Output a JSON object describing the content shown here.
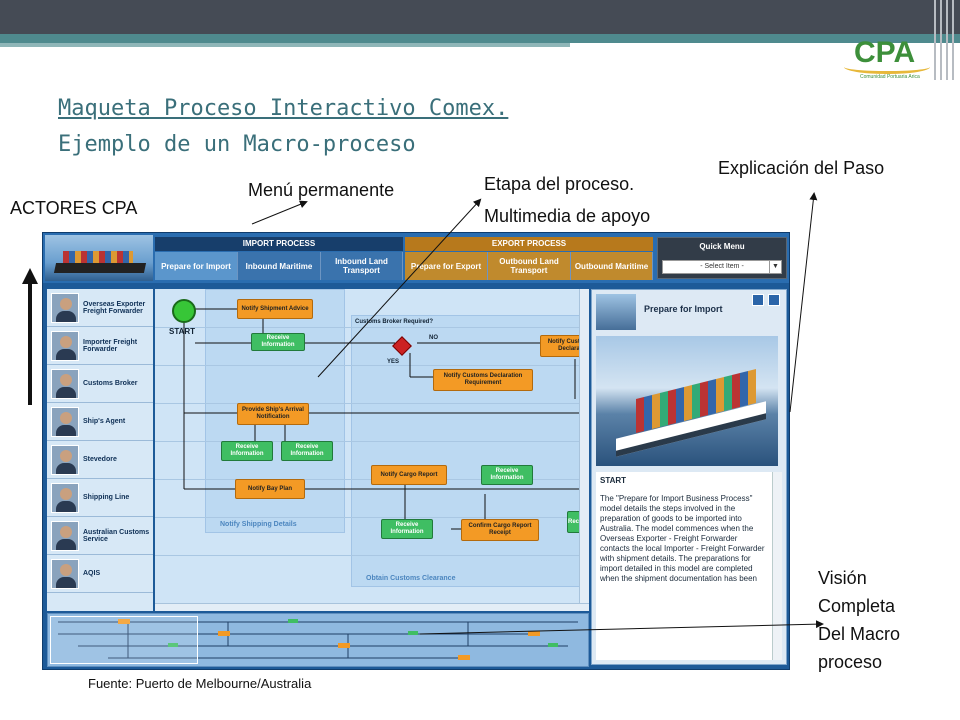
{
  "slide": {
    "title_line1": "Maqueta Proceso Interactivo Comex.",
    "title_line2": "Ejemplo de un Macro-proceso",
    "logo_text": "CPA",
    "logo_subtext": "Comunidad Portuaria Arica",
    "source": "Fuente: Puerto de Melbourne/Australia"
  },
  "annotations": {
    "actores": "ACTORES CPA",
    "menu": "Menú permanente",
    "etapa_line1": "Etapa del proceso.",
    "etapa_line2": "Multimedia de apoyo",
    "explicacion": "Explicación del Paso",
    "vision_line1": "Visión",
    "vision_line2": "Completa",
    "vision_line3": "Del Macro",
    "vision_line4": "proceso"
  },
  "app": {
    "import_header": "IMPORT PROCESS",
    "export_header": "EXPORT PROCESS",
    "tabs": [
      {
        "label": "Prepare for Import"
      },
      {
        "label": "Inbound Maritime"
      },
      {
        "label": "Inbound Land Transport"
      },
      {
        "label": "Prepare for Export"
      },
      {
        "label": "Outbound Land Transport"
      },
      {
        "label": "Outbound Maritime"
      }
    ],
    "quick_menu": {
      "title": "Quick Menu",
      "select_value": "- Select Item -"
    },
    "actors": [
      {
        "name": "Overseas Exporter Freight Forwarder"
      },
      {
        "name": "Importer Freight Forwarder"
      },
      {
        "name": "Customs Broker"
      },
      {
        "name": "Ship's Agent"
      },
      {
        "name": "Stevedore"
      },
      {
        "name": "Shipping Line"
      },
      {
        "name": "Australian Customs Service"
      },
      {
        "name": "AQIS"
      }
    ],
    "flow": {
      "start": "START",
      "notify_shipment": "Notify Shipment Advice",
      "receive_info": "Receive Information",
      "customs_question": "Customs Broker Required?",
      "no": "NO",
      "yes": "YES",
      "notify_customs_decl": "Notify Customs Declaration Requirement",
      "notify_customs": "Notify Customs Declarat",
      "provide_arrival": "Provide Ship's Arrival Notification",
      "notify_bay": "Notify Bay Plan",
      "notify_cargo": "Notify Cargo Report",
      "confirm_cargo": "Confirm Cargo Report Receipt",
      "receive_short": "Rece Informa",
      "zone_shipping": "Notify Shipping Details",
      "zone_customs": "Obtain Customs Clearance"
    },
    "panel": {
      "title": "Prepare for Import",
      "step_title": "START",
      "step_text": "The \"Prepare for Import Business Process\" model details the steps involved in the preparation of goods to be imported into Australia. The model commences when the Overseas Exporter - Freight Forwarder contacts the local Importer - Freight Forwarder with shipment details. The preparations for import detailed in this model are completed when the shipment documentation has been"
    }
  }
}
